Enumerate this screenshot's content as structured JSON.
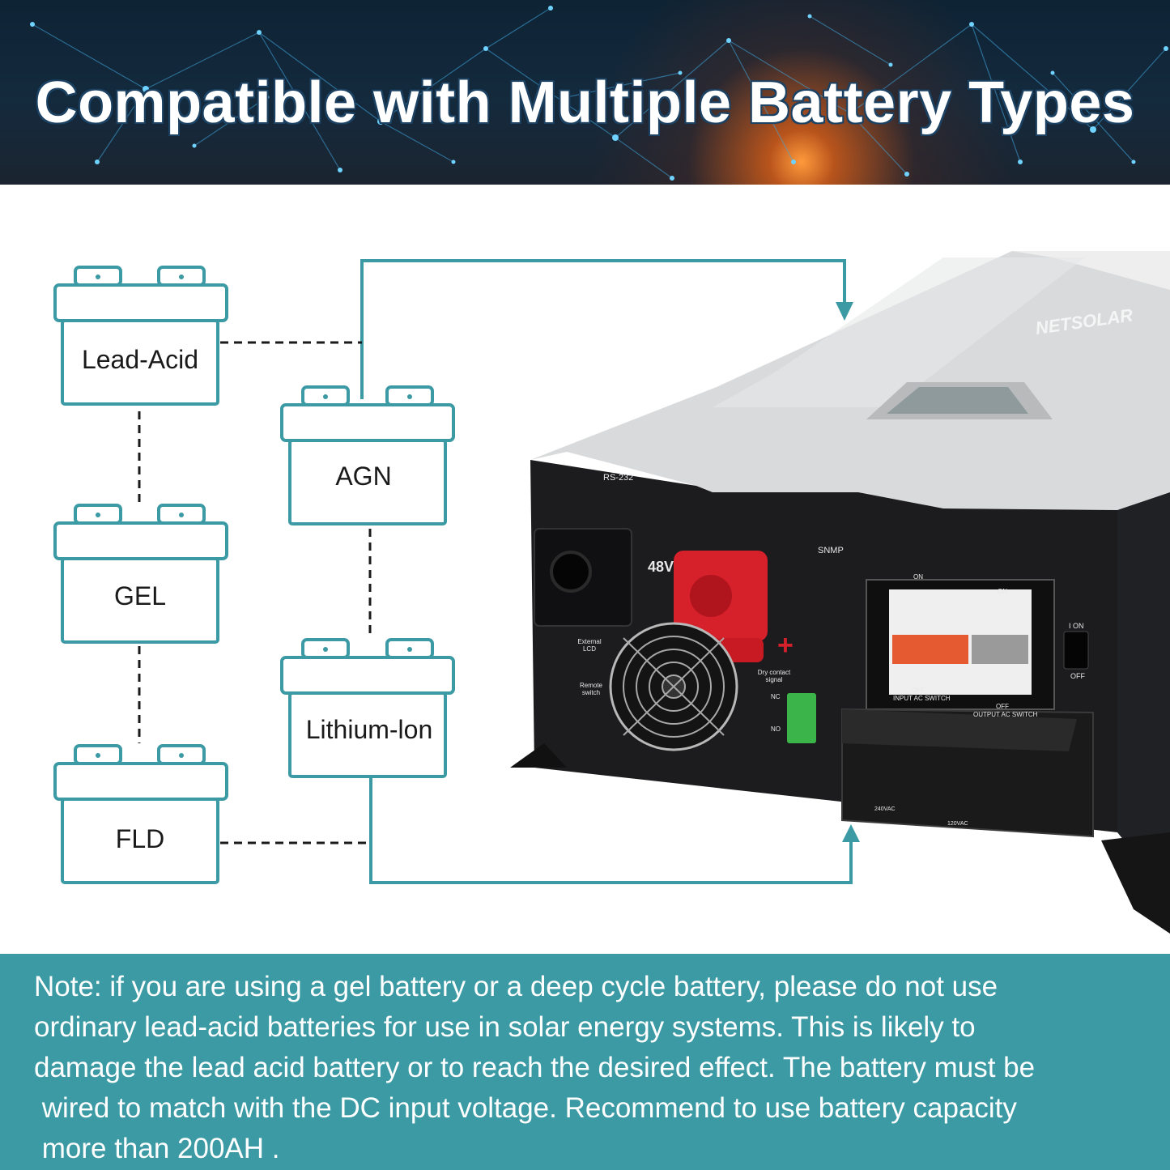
{
  "header": {
    "title": "Compatible with Multiple Battery Types"
  },
  "batteries": [
    {
      "label": "Lead-Acid"
    },
    {
      "label": "AGN"
    },
    {
      "label": "GEL"
    },
    {
      "label": "Lithium-lon"
    },
    {
      "label": "FLD"
    }
  ],
  "inverter": {
    "brand": "NETSOLAR",
    "port_rs232": "RS-232",
    "port_snmp": "SNMP",
    "voltage": "48V",
    "external_lcd": "External LCD",
    "remote_switch": "Remote switch",
    "dry_contact": "Dry contact signal",
    "switch_on_1": "ON",
    "switch_on_2": "ON",
    "input_off": "OFF",
    "input_switch": "INPUT AC SWITCH",
    "output_off": "OFF",
    "output_switch": "OUTPUT AC SWITCH",
    "power_on": "I ON",
    "power_off": "OFF",
    "terminal_nc": "NC",
    "terminal_no": "NO",
    "out_240": "240VAC",
    "out_120": "120VAC"
  },
  "colors": {
    "teal": "#3b9aa3",
    "accent_red": "#d6202a",
    "panel_black": "#1c1c1e",
    "shell_grey": "#d9dadb"
  },
  "note": {
    "lines": [
      "Note: if you are using a gel battery or a deep cycle battery, please do not use",
      "ordinary lead-acid batteries for use in solar energy systems. This is likely to",
      "damage the lead acid battery or to reach the desired effect. The battery must be",
      " wired to match with the DC input voltage. Recommend to use battery capacity",
      " more than 200AH ."
    ]
  }
}
